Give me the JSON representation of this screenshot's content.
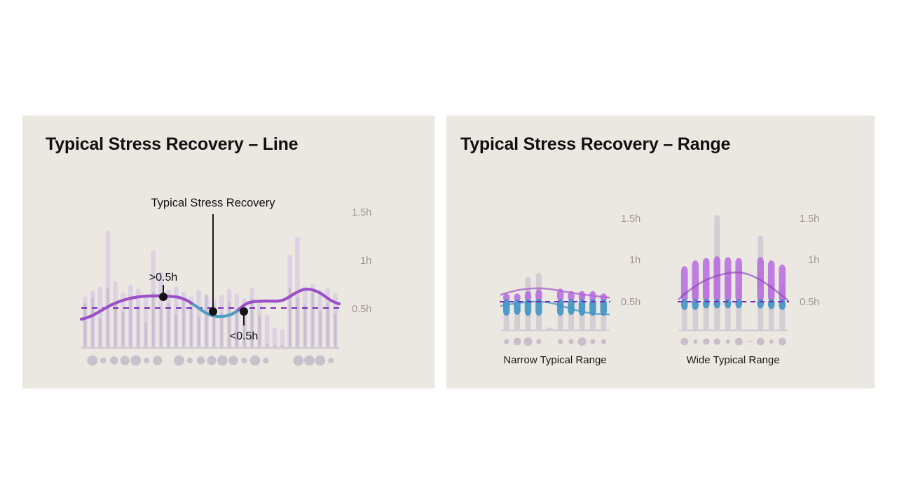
{
  "background": "#ffffff",
  "panel_bg": "#ebe8e2",
  "colors": {
    "band_light": "#d9cfe2",
    "band_mid": "#c7bcd4",
    "band_dark": "#b9b0c6",
    "line_purple": "#9b4fc8",
    "line_blue": "#4c9cc4",
    "dashed_purple": "#7b27c0",
    "bar_purple": "#b45fe0",
    "bar_blue": "#3f96c6",
    "ghost_grey": "#c9c3cd",
    "dot_grey": "#bdb6c4",
    "axis_text": "#9b968e",
    "title_text": "#111111",
    "baseline": "#cfc9d2"
  },
  "panels": [
    {
      "id": "line",
      "title": "Typical Stress Recovery – Line",
      "annotation_main": "Typical Stress Recovery",
      "annotation_above": ">0.5h",
      "annotation_below": "<0.5h",
      "axis_ticks": [
        "1.5h",
        "1h",
        "0.5h"
      ]
    },
    {
      "id": "range",
      "title": "Typical Stress Recovery – Range",
      "subcharts": [
        {
          "label": "Narrow Typical Range",
          "axis_ticks": [
            "1.5h",
            "1h",
            "0.5h"
          ]
        },
        {
          "label": "Wide Typical Range",
          "axis_ticks": [
            "1.5h",
            "1h",
            "0.5h"
          ]
        }
      ]
    }
  ],
  "chart_data": [
    {
      "type": "area",
      "id": "typical-stress-recovery-line",
      "title": "Typical Stress Recovery – Line",
      "xlabel": "",
      "ylabel": "",
      "ylim": [
        0,
        1.75
      ],
      "grid": false,
      "legend": "none",
      "yticks": [
        0.5,
        1.0,
        1.5
      ],
      "ytick_labels": [
        "0.5h",
        "1h",
        "1.5h"
      ],
      "threshold_line": {
        "value": 0.5,
        "label": "0.5h",
        "style": "dashed",
        "color": "#7b27c0"
      },
      "annotations": [
        {
          "text": "Typical Stress Recovery",
          "points_to_index": 16,
          "value": 0.5
        },
        {
          "text": ">0.5h",
          "points_to_index": 8,
          "value": 0.58
        },
        {
          "text": "<0.5h",
          "points_to_index": 20,
          "value": 0.45
        }
      ],
      "series": [
        {
          "name": "Typical Stress Recovery",
          "type": "line",
          "values": [
            0.38,
            0.42,
            0.47,
            0.52,
            0.56,
            0.58,
            0.59,
            0.59,
            0.58,
            0.59,
            0.59,
            0.58,
            0.55,
            0.52,
            0.49,
            0.47,
            0.46,
            0.45,
            0.44,
            0.44,
            0.45,
            0.48,
            0.55,
            0.57,
            0.57,
            0.57,
            0.58,
            0.62,
            0.66,
            0.67,
            0.64,
            0.58,
            0.55,
            0.54
          ]
        },
        {
          "name": "Light band (upper range)",
          "type": "bar-range-light",
          "values": [
            0.62,
            0.68,
            0.72,
            1.3,
            0.78,
            0.66,
            0.74,
            0.7,
            0.61,
            1.1,
            0.88,
            0.69,
            0.72,
            0.67,
            0.62,
            0.69,
            0.63,
            0.59,
            0.64,
            0.7,
            0.65,
            0.6,
            0.71,
            0.57,
            0.43,
            0.3,
            0.28,
            1.05,
            1.24,
            0.73,
            0.75,
            0.69,
            0.71,
            0.66
          ]
        },
        {
          "name": "Dark band (core range)",
          "type": "bar-range-dark",
          "values": [
            0.3,
            0.34,
            0.2,
            0.4,
            0.31,
            0.24,
            0.35,
            0.28,
            0.17,
            0.38,
            0.26,
            0.3,
            0.23,
            0.33,
            0.27,
            0.21,
            0.36,
            0.29,
            0.24,
            0.31,
            0.26,
            0.19,
            0.33,
            0.22,
            0.03,
            0.02,
            0.02,
            0.4,
            0.34,
            0.29,
            0.37,
            0.25,
            0.3,
            0.23
          ]
        },
        {
          "name": "Daily activity dots",
          "type": "dot-row",
          "values": [
            9,
            5,
            7,
            8,
            9,
            5,
            8,
            0,
            9,
            5,
            7,
            8,
            9,
            8,
            5,
            9,
            5,
            0,
            0,
            9,
            9,
            9,
            5
          ]
        }
      ]
    },
    {
      "type": "bar",
      "id": "narrow-typical-range",
      "title": "Narrow Typical Range",
      "ylim": [
        0,
        1.75
      ],
      "grid": false,
      "yticks": [
        0.5,
        1.0,
        1.5
      ],
      "ytick_labels": [
        "0.5h",
        "1h",
        "1.5h"
      ],
      "threshold_line": {
        "value": 0.5,
        "label": "0.5h",
        "style": "dashed",
        "color": "#7b27c0"
      },
      "series": [
        {
          "name": "Typical range (purple upper / blue lower)",
          "type": "range-bar",
          "upper": [
            0.6,
            0.6,
            0.63,
            0.65,
            null,
            0.66,
            0.63,
            0.63,
            0.63,
            0.6
          ],
          "lower": [
            0.33,
            0.34,
            0.33,
            0.33,
            null,
            0.33,
            0.34,
            0.33,
            0.33,
            0.33
          ]
        },
        {
          "name": "Ghost actual values",
          "type": "ghost-bar",
          "values": [
            0.5,
            0.48,
            0.8,
            0.85,
            0.02,
            0.48,
            0.55,
            0.58,
            0.5,
            0.52
          ]
        },
        {
          "name": "Typical recovery line",
          "type": "line",
          "values": [
            0.55,
            0.56,
            0.58,
            0.58,
            0.57,
            0.57,
            0.56,
            0.55,
            0.54,
            0.54
          ]
        },
        {
          "name": "Actual recovery line",
          "type": "line-blue",
          "values": [
            0.48,
            0.49,
            0.5,
            0.5,
            0.51,
            0.5,
            0.48,
            0.45,
            0.43,
            0.44
          ]
        },
        {
          "name": "Daily activity dots",
          "type": "dot-row",
          "values": [
            6,
            9,
            10,
            6,
            0,
            6,
            6,
            10,
            6,
            6
          ]
        }
      ]
    },
    {
      "type": "bar",
      "id": "wide-typical-range",
      "title": "Wide Typical Range",
      "ylim": [
        0,
        1.75
      ],
      "grid": false,
      "yticks": [
        0.5,
        1.0,
        1.5
      ],
      "ytick_labels": [
        "0.5h",
        "1h",
        "1.5h"
      ],
      "threshold_line": {
        "value": 0.5,
        "label": "0.5h",
        "style": "dashed",
        "color": "#7b27c0"
      },
      "series": [
        {
          "name": "Typical range (purple upper / blue lower)",
          "type": "range-bar",
          "upper": [
            0.93,
            1.0,
            1.03,
            1.05,
            1.04,
            1.03,
            null,
            1.04,
            1.0,
            0.95
          ],
          "lower": [
            0.4,
            0.4,
            0.42,
            0.42,
            0.42,
            0.42,
            null,
            0.42,
            0.41,
            0.4
          ]
        },
        {
          "name": "Ghost actual values",
          "type": "ghost-bar",
          "values": [
            0.62,
            0.7,
            0.75,
            1.55,
            0.8,
            0.66,
            0.03,
            1.3,
            0.72,
            0.7
          ]
        },
        {
          "name": "Typical recovery line",
          "type": "line",
          "values": [
            0.52,
            0.62,
            0.7,
            0.76,
            0.79,
            0.8,
            0.8,
            0.78,
            0.72,
            0.64
          ]
        },
        {
          "name": "Daily activity dots",
          "type": "dot-row",
          "values": [
            9,
            5,
            8,
            8,
            5,
            9,
            0,
            9,
            5,
            9
          ]
        }
      ]
    }
  ]
}
